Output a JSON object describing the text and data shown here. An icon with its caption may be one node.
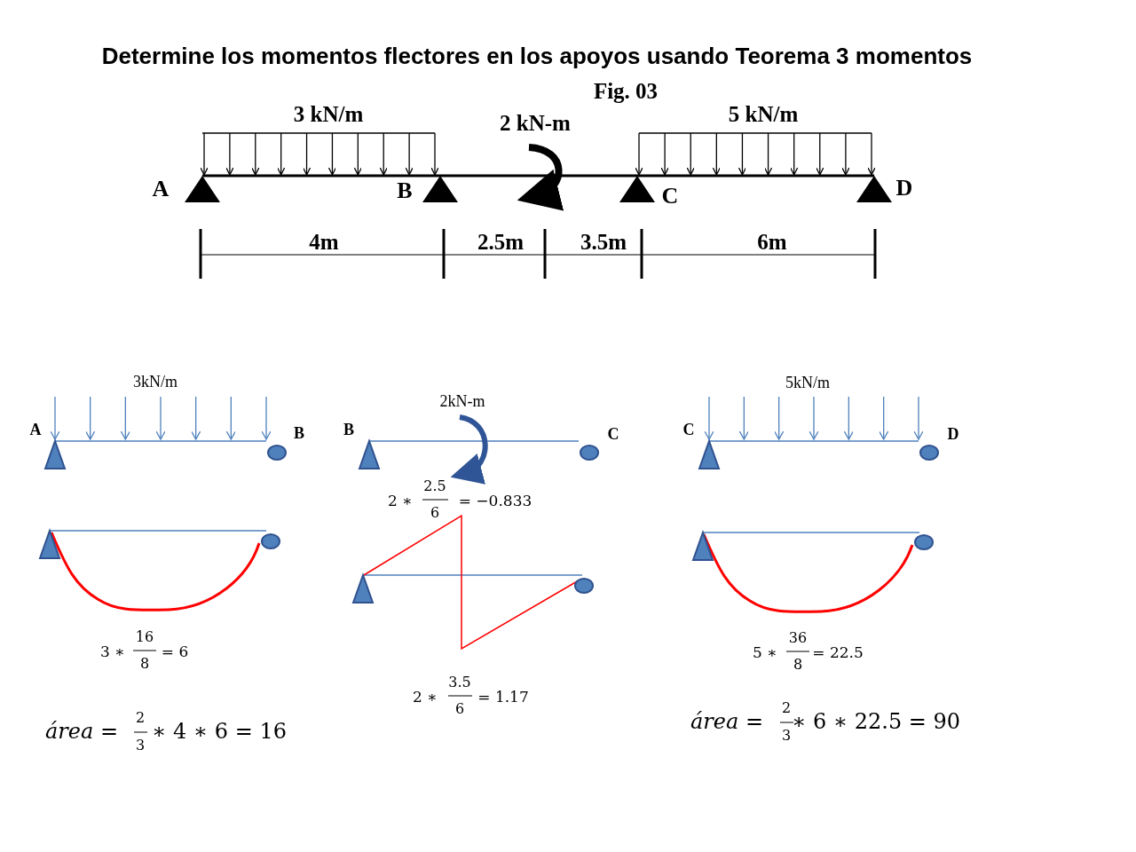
{
  "diagram": {
    "title": "Determine los momentos flectores en los apoyos usando Teorema 3 momentos",
    "labels": [
      "Fig. 03",
      "3 kN/m",
      "2 kN-m",
      "5 kN/m",
      "A",
      "B",
      "C",
      "D",
      "4m",
      "2.5m",
      "3.5m",
      "6m",
      "3kN/m",
      "2kN-m",
      "5kN/m",
      "A",
      "B",
      "B",
      "C",
      "C",
      "D",
      "2 ∗",
      "2.5",
      "6",
      "= −0.833",
      "3 ∗",
      "16",
      "8",
      "= 6",
      "5 ∗",
      "36",
      "8",
      "= 22.5",
      "2 ∗",
      "3.5",
      "6",
      "= 1.17",
      "área =",
      "2",
      "3",
      "∗ 4 ∗ 6 = 16",
      "área =",
      "2",
      "3",
      "∗ 6 ∗ 22.5 = 90"
    ]
  }
}
